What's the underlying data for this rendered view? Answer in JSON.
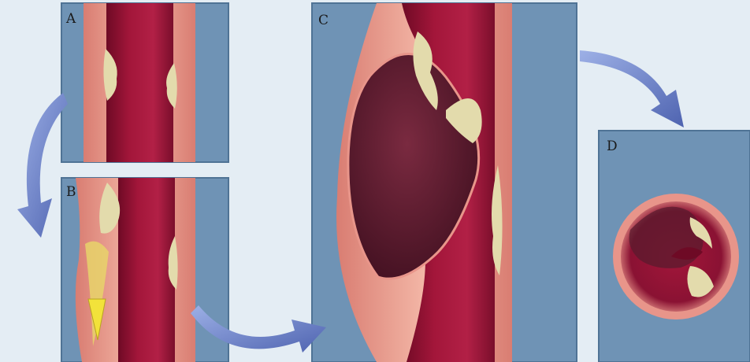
{
  "panels": [
    {
      "id": "a",
      "label": "A"
    },
    {
      "id": "b",
      "label": "B"
    },
    {
      "id": "c",
      "label": "C"
    },
    {
      "id": "d",
      "label": "D"
    }
  ],
  "colors": {
    "background": "#e4edf4",
    "panel_fill": "#6f93b5",
    "panel_edge": "#4f7395",
    "vessel_wall": "#e8958a",
    "wall_highlight": "#f3b6a6",
    "lumen": "#a3163a",
    "lumen_dark": "#6e0a25",
    "plaque": "#e3dbac",
    "hematoma": "#5a1b2e",
    "blood_flow": "#f2e23a",
    "arrow": "#6f86cc"
  },
  "icons": [
    "curved-arrow-icon"
  ]
}
